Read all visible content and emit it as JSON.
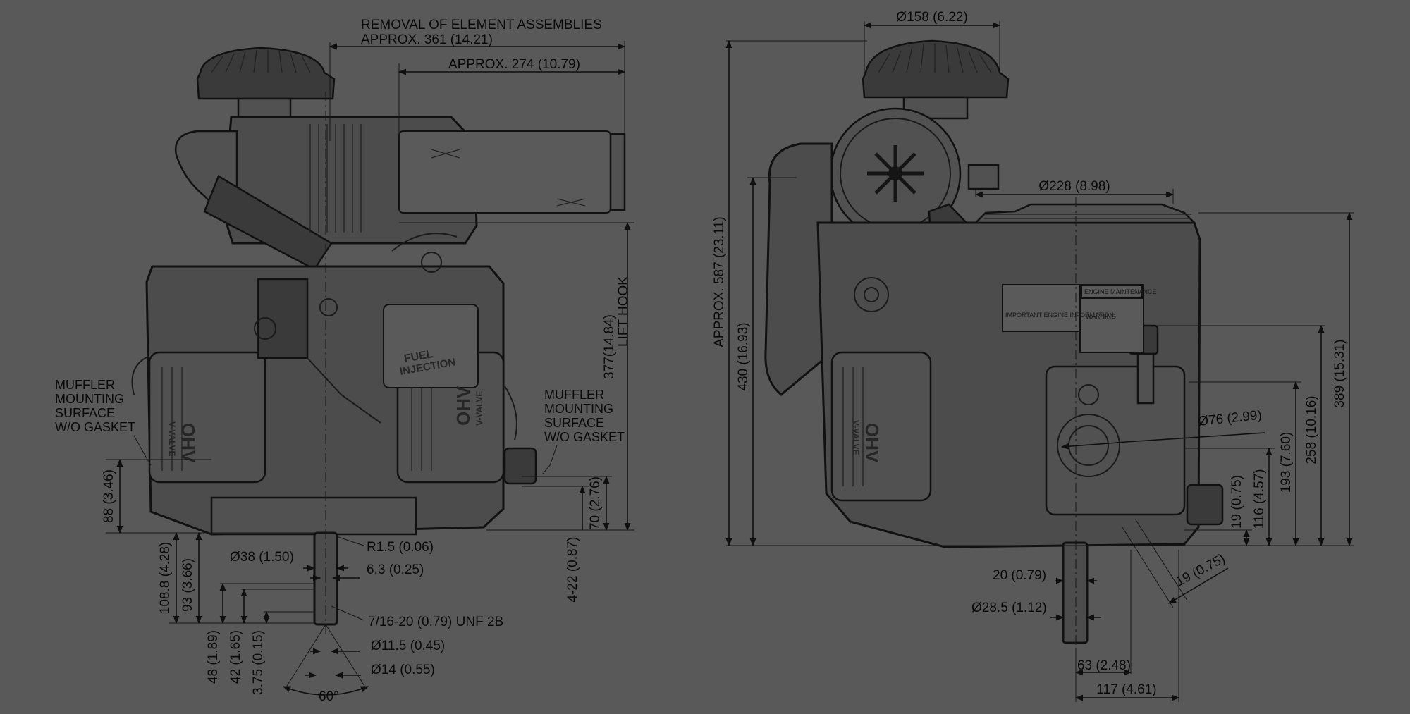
{
  "drawing": {
    "front_view": {
      "label_removal_line1": "REMOVAL OF ELEMENT ASSEMBLIES",
      "label_removal_line2": "APPROX.  361 (14.21)",
      "dim_approx_274": "APPROX.   274 (10.79)",
      "dim_lift_hook_value": "377(14.84)",
      "dim_lift_hook_label": "LIFT HOOK",
      "muffler_left": [
        "MUFFLER",
        "MOUNTING",
        "SURFACE",
        "W/O GASKET"
      ],
      "muffler_right": [
        "MUFFLER",
        "MOUNTING",
        "SURFACE",
        "W/O GASKET"
      ],
      "dim_88": "88 (3.46)",
      "dim_70": "70 (2.76)",
      "dim_4_22": "4-22 (0.87)",
      "dim_108_8": "108.8 (4.28)",
      "dim_93": "93 (3.66)",
      "dim_48": "48 (1.89)",
      "dim_42": "42 (1.65)",
      "dim_3_75": "3.75 (0.15)",
      "dim_dia38": "Ø38 (1.50)",
      "dim_r1_5": "R1.5 (0.06)",
      "dim_6_3": "6.3 (0.25)",
      "dim_thread": "7/16-20 (0.79) UNF 2B",
      "dim_dia11_5": "Ø11.5 (0.45)",
      "dim_dia14": "Ø14 (0.55)",
      "dim_angle": "60°",
      "emblem_fuel_line1": "FUEL",
      "emblem_fuel_line2": "INJECTION",
      "emblem_ohv": "OHV",
      "emblem_vvalve": "V-VALVE"
    },
    "side_view": {
      "dim_dia158": "Ø158 (6.22)",
      "dim_dia228": "Ø228 (8.98)",
      "dim_approx_587": "APPROX.  587 (23.11)",
      "dim_430": "430 (16.93)",
      "dim_389": "389 (15.31)",
      "dim_258": "258 (10.16)",
      "dim_193": "193 (7.60)",
      "dim_116": "116 (4.57)",
      "dim_19_v": "19 (0.75)",
      "dim_dia76": "Ø76 (2.99)",
      "dim_20": "20 (0.79)",
      "dim_dia28_5": "Ø28.5 (1.12)",
      "dim_19_diag": "19 (0.75)",
      "dim_63": "63 (2.48)",
      "dim_117": "117 (4.61)",
      "plate_maintenance": "ENGINE  MAINTENANCE",
      "plate_warning": "WARNING",
      "plate_info": "IMPORTANT ENGINE INFORMATION",
      "emblem_ohv": "OHV",
      "emblem_vvalve": "V-VALVE"
    }
  }
}
